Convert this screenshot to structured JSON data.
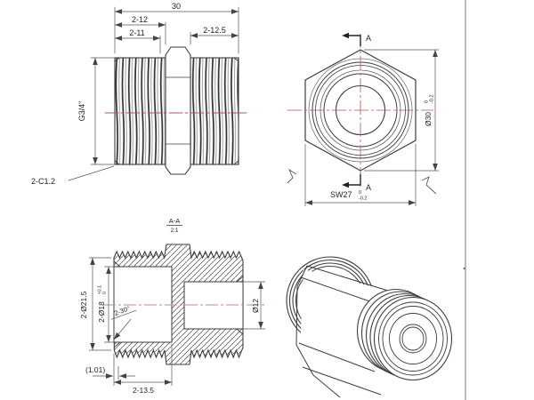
{
  "drawing": {
    "front_view": {
      "dim_overall_length": "30",
      "dim_thread_length_outer": "2-12",
      "dim_thread_length_inner": "2-11",
      "dim_right_thread_length": "2-12.5",
      "thread_spec": "G3/4\"",
      "chamfer_spec": "2-C1.2"
    },
    "end_view": {
      "section_label_top": "A",
      "section_label_bottom": "A",
      "outer_diameter": "Ø30",
      "outer_diameter_tol_upper": "0",
      "outer_diameter_tol_lower": "-0.2",
      "wrench_size": "SW27",
      "wrench_size_tol_upper": "0",
      "wrench_size_tol_lower": "-0.2"
    },
    "section_view": {
      "section_title": "A-A",
      "section_scale": "2:1",
      "dim_outer_dia": "2-Ø21.5",
      "dim_counterbore_dia": "2-Ø18",
      "dim_counterbore_tol_upper": "+0.1",
      "dim_counterbore_tol_lower": "0",
      "dim_bore_dia": "Ø12",
      "dim_chamfer_angle": "2-30°",
      "dim_chamfer_ref": "(1.01)",
      "dim_counterbore_depth": "2-13.5"
    },
    "colors": {
      "outline": "#3d3d3d",
      "dimension": "#555555",
      "centerline": "#b35454",
      "background": "#ffffff"
    }
  }
}
